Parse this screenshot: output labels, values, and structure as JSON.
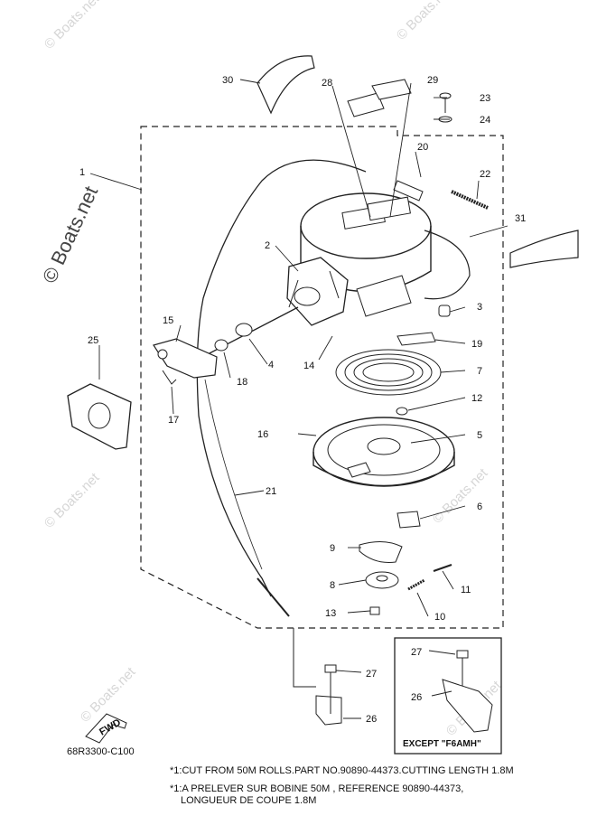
{
  "watermark": "© Boats.net",
  "reference_code": "68R3300-C100",
  "except_label": "EXCEPT \"F6AMH\"",
  "fwd_label": "FWD",
  "notes": [
    "*1:CUT FROM 50M ROLLS.PART NO.90890-44373.CUTTING LENGTH 1.8M",
    "*1:A PRELEVER SUR BOBINE 50M , REFERENCE 90890-44373,",
    "LONGUEUR DE COUPE 1.8M"
  ],
  "callouts": {
    "c1": "1",
    "c2": "2",
    "c3": "3",
    "c4": "4",
    "c5": "5",
    "c6": "6",
    "c7": "7",
    "c8": "8",
    "c9": "9",
    "c10": "10",
    "c11": "11",
    "c12": "12",
    "c13": "13",
    "c14": "14",
    "c15": "15",
    "c16": "16",
    "c17": "17",
    "c18": "18",
    "c19": "19",
    "c20": "20",
    "c21": "21",
    "c22": "22",
    "c23": "23",
    "c24": "24",
    "c25": "25",
    "c26": "26",
    "c27": "27",
    "c28": "28",
    "c29": "29",
    "c30": "30",
    "c31": "31",
    "c26b": "26",
    "c27b": "27"
  }
}
